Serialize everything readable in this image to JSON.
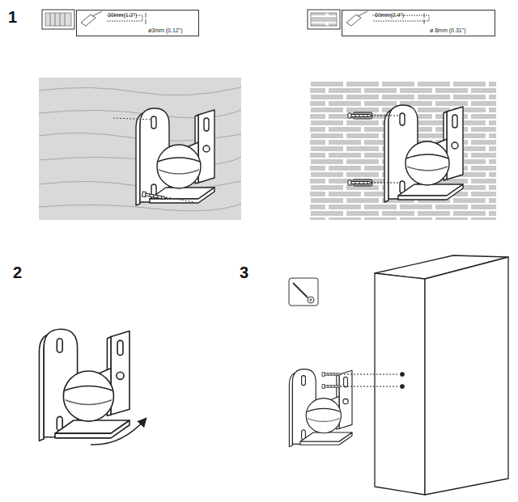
{
  "diagram": {
    "nodes": [
      {
        "text": [
          "30mm(1.2\")",
          "ø3mm (0.12\")"
        ]
      },
      {
        "text": [
          "60mm(2.4\")",
          "ø 8mm (0.31\")"
        ]
      }
    ],
    "labels": [
      "1",
      "2",
      "3"
    ]
  }
}
